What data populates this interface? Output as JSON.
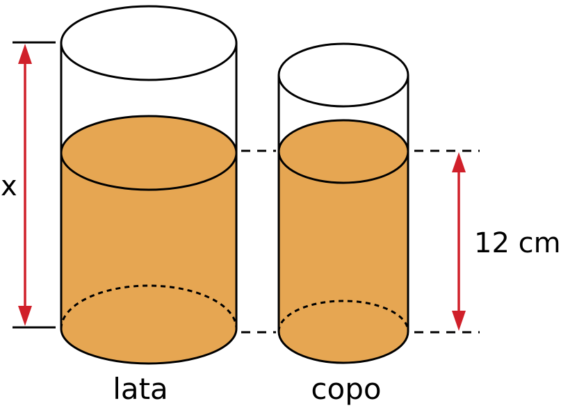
{
  "labels": {
    "can": "lata",
    "glass": "copo",
    "height_x": "x",
    "height_glass": "12 cm"
  },
  "colors": {
    "liquid": "#E6A652",
    "outline": "#000000",
    "arrow": "#D0202A",
    "background": "#FFFFFF"
  }
}
